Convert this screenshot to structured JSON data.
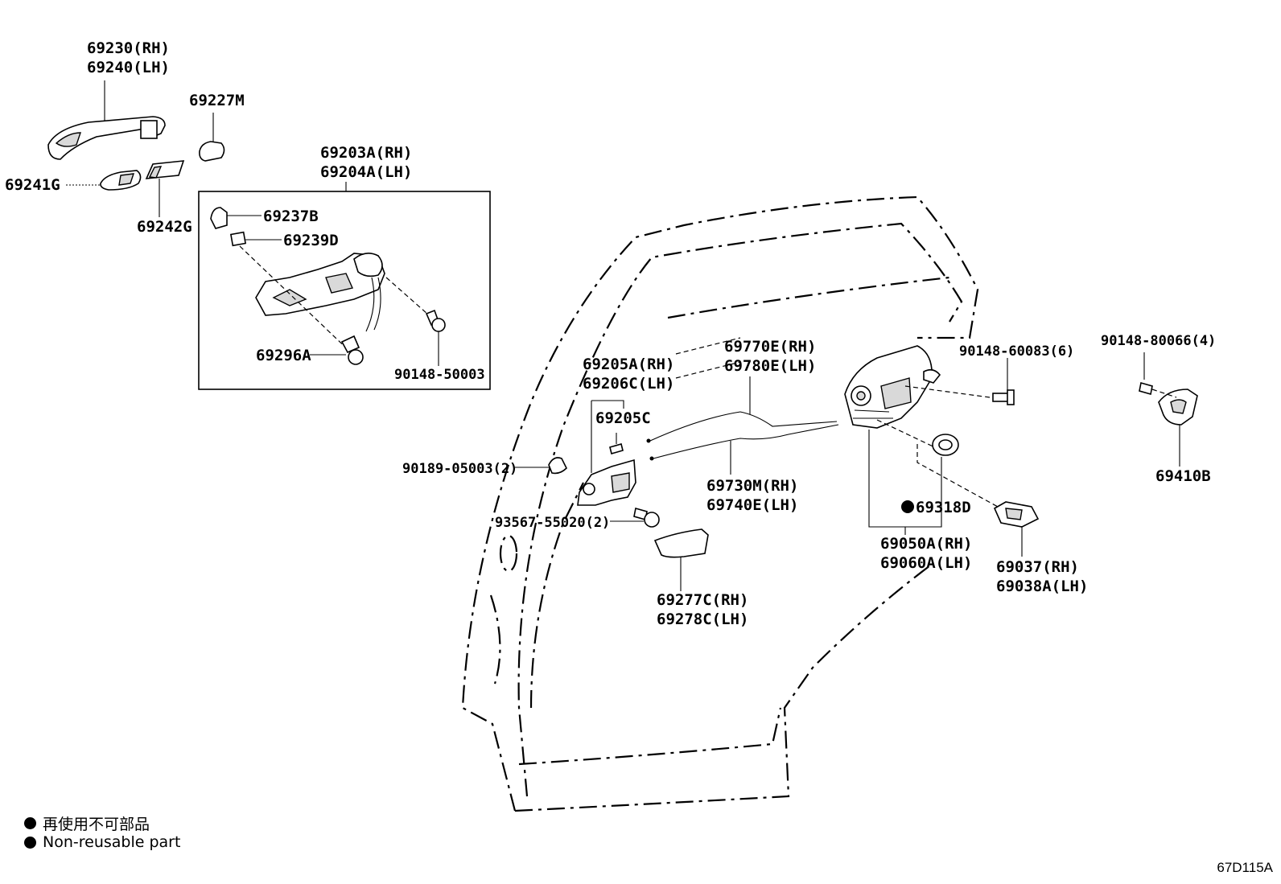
{
  "labels": {
    "p69230": "69230(RH)",
    "p69240": "69240(LH)",
    "p69227M": "69227M",
    "p69241G": "69241G",
    "p69242G": "69242G",
    "p69203A": "69203A(RH)",
    "p69204A": "69204A(LH)",
    "p69237B": "69237B",
    "p69239D": "69239D",
    "p69296A": "69296A",
    "p90148_50003": "90148-50003",
    "p69205A": "69205A(RH)",
    "p69206C": "69206C(LH)",
    "p69205C": "69205C",
    "p90189": "90189-05003(2)",
    "p93567": "93567-55020(2)",
    "p69770E": "69770E(RH)",
    "p69780E": "69780E(LH)",
    "p69730M": "69730M(RH)",
    "p69740E": "69740E(LH)",
    "p69277C": "69277C(RH)",
    "p69278C": "69278C(LH)",
    "p90148_60083": "90148-60083(6)",
    "p69318D": "69318D",
    "p69050A": "69050A(RH)",
    "p69060A": "69060A(LH)",
    "p69037": "69037(RH)",
    "p69038A": "69038A(LH)",
    "p90148_80066": "90148-80066(4)",
    "p69410B": "69410B"
  },
  "legend": {
    "ja": "再使用不可部品",
    "en": "Non-reusable part"
  },
  "figure_code": "67D115A"
}
